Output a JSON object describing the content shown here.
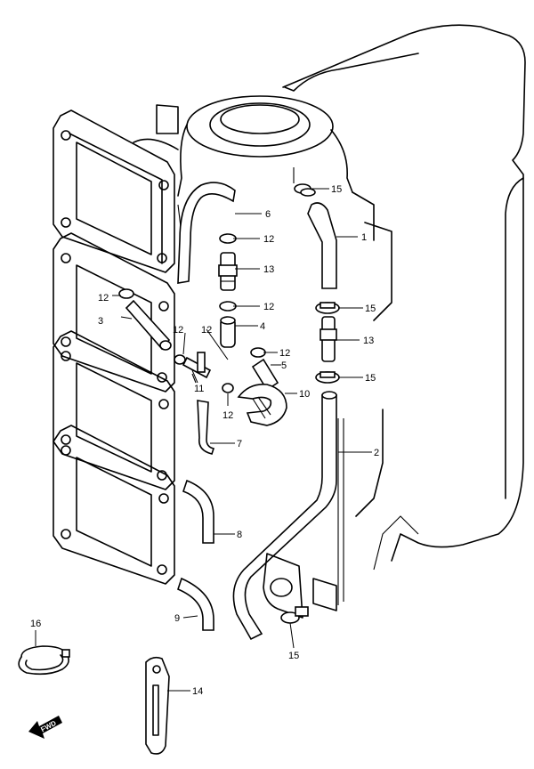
{
  "callouts": {
    "c1": "1",
    "c2": "2",
    "c3": "3",
    "c4": "4",
    "c5": "5",
    "c6": "6",
    "c7": "7",
    "c8": "8",
    "c9": "9",
    "c10": "10",
    "c11": "11",
    "c12a": "12",
    "c12b": "12",
    "c12c": "12",
    "c12d": "12",
    "c12e": "12",
    "c12f": "12",
    "c13a": "13",
    "c13b": "13",
    "c14": "14",
    "c15a": "15",
    "c15b": "15",
    "c15c": "15",
    "c15d": "15",
    "c16": "16"
  },
  "fwd_label": "FWD"
}
